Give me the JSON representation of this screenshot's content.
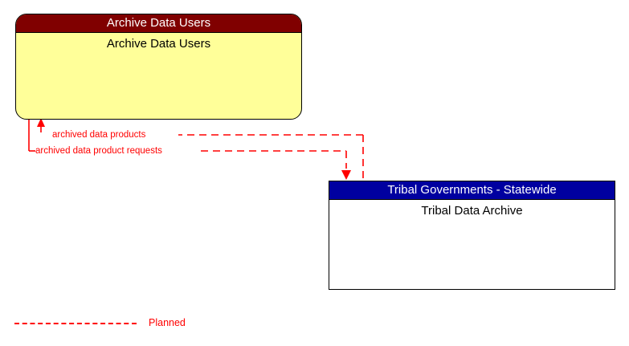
{
  "diagram": {
    "type": "context-interface-diagram",
    "background_color": "#ffffff",
    "boxes": [
      {
        "id": "archive-data-users",
        "header_label": "Archive Data Users",
        "body_label": "Archive Data Users",
        "header_color": "#800000",
        "header_text_color": "#ffffff",
        "body_color": "#ffff99",
        "body_text_color": "#000000",
        "border_color": "#000000",
        "shape": "rounded-rectangle"
      },
      {
        "id": "tribal-data-archive",
        "header_label": "Tribal Governments - Statewide",
        "body_label": "Tribal Data Archive",
        "header_color": "#0000A0",
        "header_text_color": "#ffffff",
        "body_color": "#ffffff",
        "body_text_color": "#000000",
        "border_color": "#000000",
        "shape": "rectangle"
      }
    ],
    "flows": [
      {
        "id": "archived-data-products",
        "label": "archived data products",
        "color": "#ff0000",
        "style": "dashed",
        "from": "tribal-data-archive",
        "to": "archive-data-users",
        "arrow_direction": "up"
      },
      {
        "id": "archived-data-product-requests",
        "label": "archived data product requests",
        "color": "#ff0000",
        "style": "dashed",
        "from": "archive-data-users",
        "to": "tribal-data-archive",
        "arrow_direction": "down"
      }
    ]
  },
  "legend": {
    "entries": [
      {
        "id": "planned",
        "label": "Planned",
        "color": "#ff0000",
        "line_style": "dashed"
      }
    ]
  }
}
